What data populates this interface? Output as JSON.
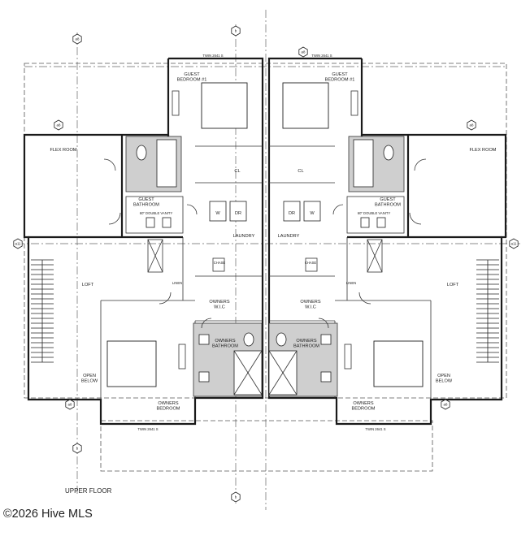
{
  "plan": {
    "caption": "UPPER FLOOR",
    "watermark": "©2026 Hive MLS",
    "left_unit": {
      "guest_bedroom": "GUEST\nBEDROOM #1",
      "flex_room": "FLEX ROOM",
      "guest_bathroom": "GUEST\nBATHROOM",
      "closet": "CL",
      "laundry": "LAUNDRY",
      "washer": "W",
      "dryer": "DR",
      "chase": "CHASE",
      "linen": "LINEN",
      "loft": "LOFT",
      "owners_wic": "OWNERS\nW.I.C",
      "owners_bathroom": "OWNERS\nBATHROOM",
      "open_below": "OPEN\nBELOW",
      "owners_bedroom": "OWNERS\nBEDROOM",
      "vanity_note": "60\" DOUBLE VANITY",
      "window_top": "TWIN 2641 S",
      "window_owner": "TWIN 2641 S"
    },
    "right_unit": {
      "guest_bedroom": "GUEST\nBEDROOM #1",
      "flex_room": "FLEX ROOM",
      "guest_bathroom": "GUEST\nBATHROOM",
      "closet": "CL",
      "laundry": "LAUNDRY",
      "washer": "W",
      "dryer": "DR",
      "chase": "CHASE",
      "linen": "LINEN",
      "loft": "LOFT",
      "owners_wic": "OWNERS\nW.I.C",
      "owners_bathroom": "OWNERS\nBATHROOM",
      "open_below": "OPEN\nBELOW",
      "owners_bedroom": "OWNERS\nBEDROOM",
      "vanity_note": "60\" DOUBLE VANITY",
      "window_top": "TWIN 2641 S",
      "window_owner": "TWIN 2641 S"
    },
    "markers": [
      "b",
      "a8",
      "a8",
      "a8",
      "a8",
      "a11",
      "a11",
      "a8",
      "a8",
      "b",
      "b"
    ]
  }
}
